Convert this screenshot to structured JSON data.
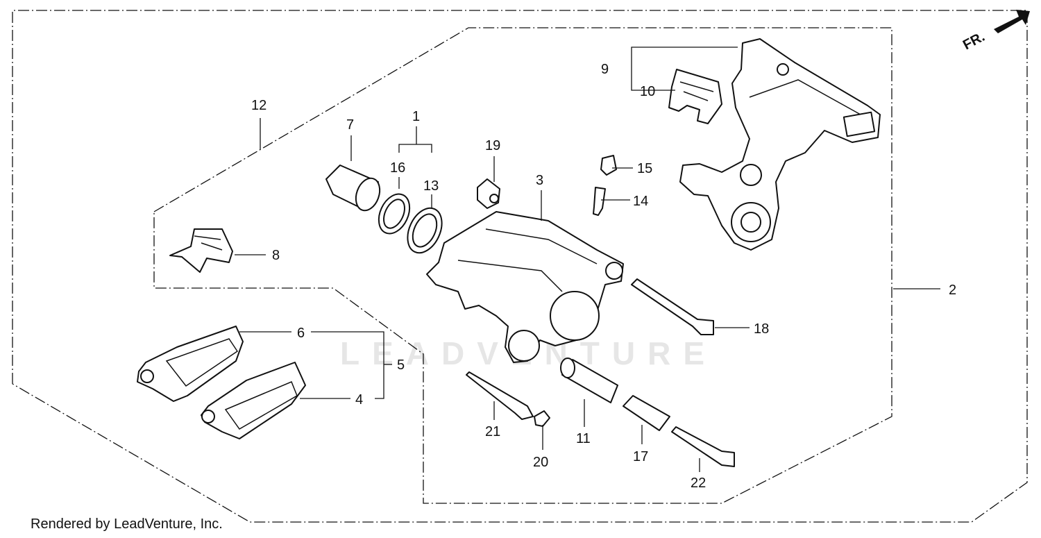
{
  "watermark": "LEADVENTURE",
  "direction_label": "FR.",
  "footer": "Rendered by LeadVenture, Inc.",
  "callouts": {
    "c1": "1",
    "c2": "2",
    "c3": "3",
    "c4": "4",
    "c5": "5",
    "c6": "6",
    "c7": "7",
    "c8": "8",
    "c9": "9",
    "c10": "10",
    "c11": "11",
    "c12": "12",
    "c13": "13",
    "c14": "14",
    "c15": "15",
    "c16": "16",
    "c17": "17",
    "c18": "18",
    "c19": "19",
    "c20": "20",
    "c21": "21",
    "c22": "22"
  },
  "colors": {
    "ink": "#111111",
    "watermark": "#e6e6e6",
    "background": "#ffffff"
  }
}
